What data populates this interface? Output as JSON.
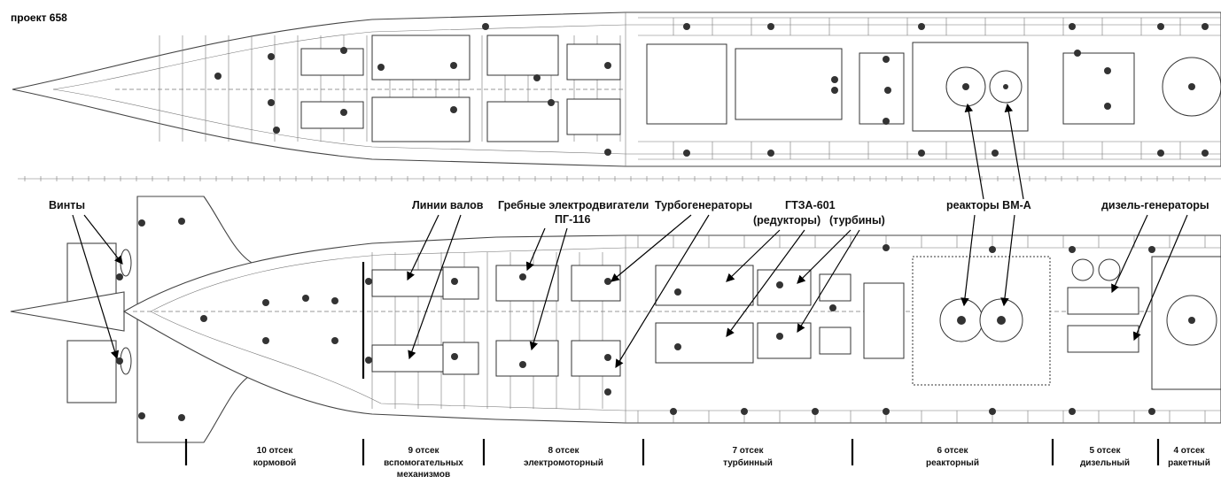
{
  "title": "проект 658",
  "labels": {
    "propellers": "Винты",
    "shaft_lines": "Линии валов",
    "propulsion_motors_line1": "Гребные электродвигатели",
    "propulsion_motors_line2": "ПГ-116",
    "turbogenerators": "Турбогенераторы",
    "gtza_line1": "ГТЗА-601",
    "gtza_line2": "(редукторы)",
    "gtza_line3": "(турбины)",
    "reactors": "реакторы ВМ-А",
    "diesel_generators": "дизель-генераторы"
  },
  "compartments": [
    {
      "name": "10 отсек",
      "sub": [
        "кормовой"
      ]
    },
    {
      "name": "9 отсек",
      "sub": [
        "вспомогательных",
        "механизмов"
      ]
    },
    {
      "name": "8 отсек",
      "sub": [
        "электромоторный"
      ]
    },
    {
      "name": "7 отсек",
      "sub": [
        "турбинный"
      ]
    },
    {
      "name": "6 отсек",
      "sub": [
        "реакторный"
      ]
    },
    {
      "name": "5 отсек",
      "sub": [
        "дизельный"
      ]
    },
    {
      "name": "4 отсек",
      "sub": [
        "ракетный"
      ]
    }
  ]
}
